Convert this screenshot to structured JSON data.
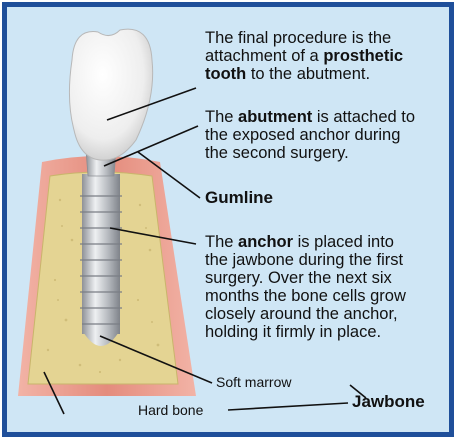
{
  "captions": {
    "crown": {
      "lines": [
        "The final procedure is the",
        "attachment of a"
      ],
      "bold1": "prosthetic",
      "bold2": "tooth",
      "tail": "to the abutment."
    },
    "abutment": {
      "pre": "The",
      "bold": "abutment",
      "post": "is attached to",
      "lines": [
        "the exposed anchor during",
        "the second surgery."
      ]
    },
    "gumline": "Gumline",
    "anchor": {
      "pre": "The",
      "bold": "anchor",
      "post": "is placed into",
      "lines": [
        "the jawbone during the first",
        "surgery. Over the next six",
        "months the bone cells grow",
        "closely around the anchor,",
        "holding it firmly in place."
      ]
    },
    "soft_marrow": "Soft marrow",
    "hard_bone": "Hard bone",
    "jawbone": "Jawbone"
  },
  "colors": {
    "frame": "#1f4f9a",
    "background": "#cfe6f5",
    "gum": "#e89a8c",
    "bone": "#e6d79a",
    "implant": "#b9bcc2",
    "crown": "#f4f4f4"
  }
}
